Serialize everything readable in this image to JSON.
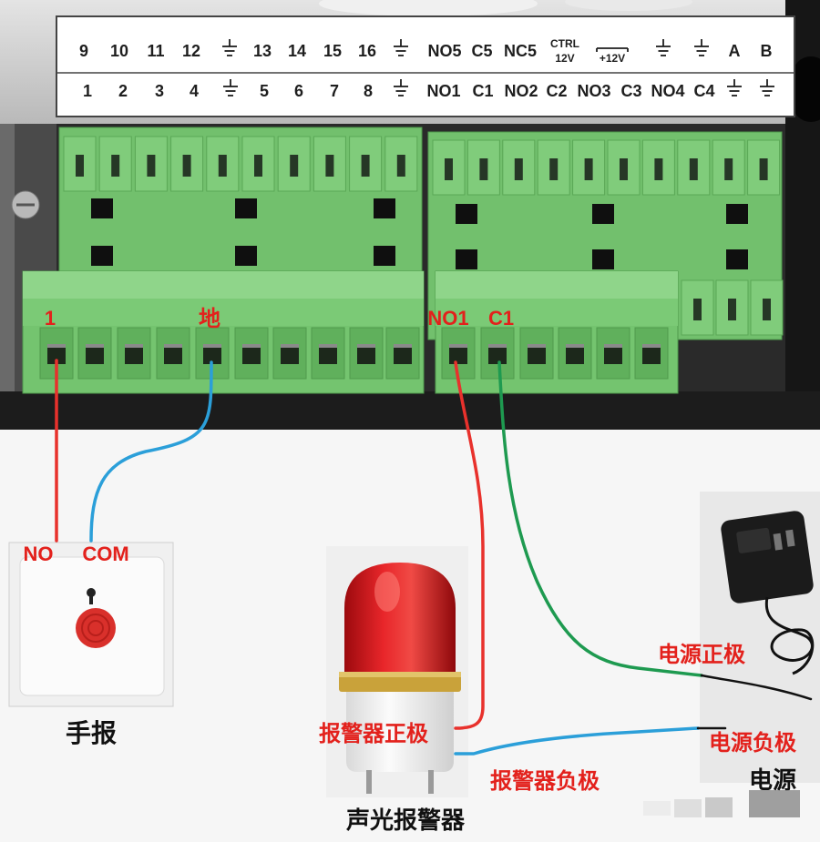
{
  "terminal_labels": {
    "row1": [
      "9",
      "10",
      "11",
      "12",
      {
        "icon": "ground-icon"
      },
      "13",
      "14",
      "15",
      "16",
      {
        "icon": "ground-icon"
      },
      "NO5",
      "C5",
      "NC5",
      {
        "top": "CTRL",
        "bottom": "12V"
      },
      {
        "text": "+12V",
        "icon": "dc-line-icon"
      },
      {
        "icon": "ground-icon"
      },
      {
        "icon": "ground-icon"
      },
      "A",
      "B"
    ],
    "row2": [
      "1",
      "2",
      "3",
      "4",
      {
        "icon": "ground-icon"
      },
      "5",
      "6",
      "7",
      "8",
      {
        "icon": "ground-icon"
      },
      "NO1",
      "C1",
      "NO2",
      "C2",
      "NO3",
      "C3",
      "NO4",
      "C4",
      {
        "icon": "ground-icon"
      },
      {
        "icon": "ground-icon"
      }
    ]
  },
  "terminal_annotations": {
    "input_1": "1",
    "ground": "地",
    "no1": "NO1",
    "c1": "C1"
  },
  "panic_button": {
    "label": "手报",
    "no": "NO",
    "com": "COM"
  },
  "siren": {
    "label": "声光报警器",
    "positive": "报警器正极",
    "negative": "报警器负极"
  },
  "power": {
    "label": "电源",
    "positive": "电源正极",
    "negative": "电源负极"
  },
  "colors": {
    "annotation": "#e3211c",
    "terminal_green": "#72c06d",
    "wire_red": "#e8312c",
    "wire_blue": "#2b9fd9",
    "wire_green": "#1e9a50",
    "siren_red": "#d8161b"
  }
}
